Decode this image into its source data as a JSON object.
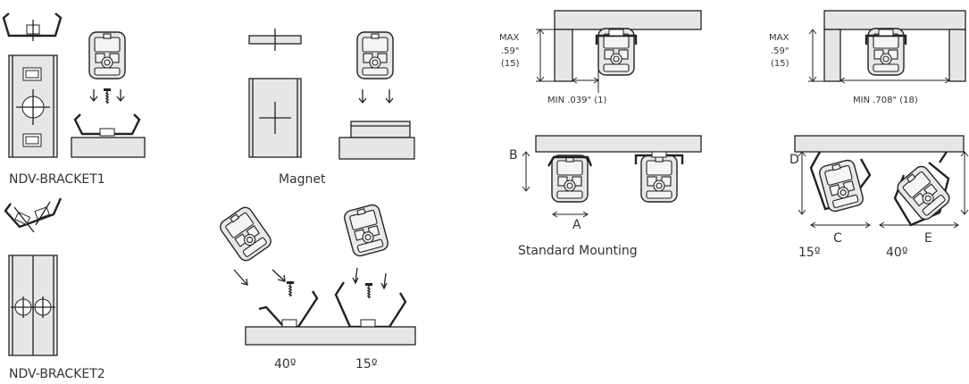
{
  "labels": {
    "bracket1": "NDV-BRACKET1",
    "bracket2": "NDV-BRACKET2",
    "magnet": "Magnet",
    "angle_40_a": "40º",
    "angle_15_a": "15º",
    "max1_line1": "MAX",
    "max1_line2": ".59\"",
    "max1_line3": "(15)",
    "min1": "MIN .039\" (1)",
    "max2_line1": "MAX",
    "max2_line2": ".59\"",
    "max2_line3": "(15)",
    "min2": "MIN .708\" (18)",
    "dim_a": "A",
    "dim_b": "B",
    "standard": "Standard Mounting",
    "dim_c": "C",
    "dim_d": "D",
    "dim_e": "E",
    "angle_15_b": "15º",
    "angle_40_b": "40º"
  }
}
